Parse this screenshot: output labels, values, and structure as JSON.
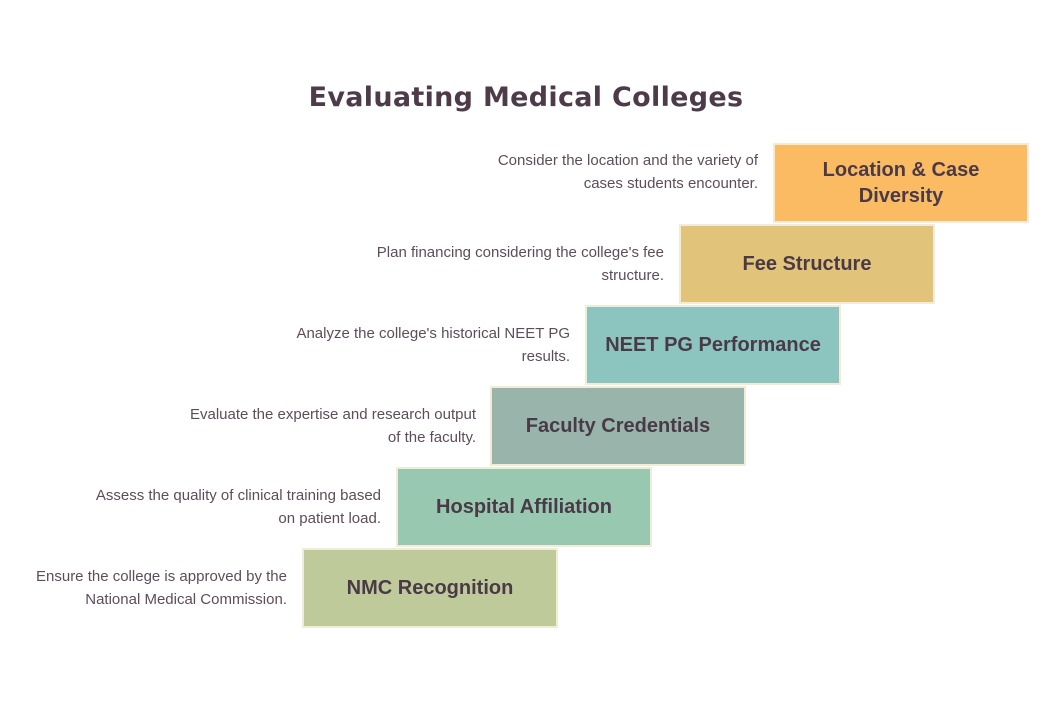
{
  "diagram": {
    "title": "Evaluating Medical Colleges",
    "steps": [
      {
        "label": "Location & Case Diversity",
        "description": "Consider the location and the variety of cases students encounter.",
        "color": "#fbbb62"
      },
      {
        "label": "Fee Structure",
        "description": "Plan financing considering the college's fee structure.",
        "color": "#e1c479"
      },
      {
        "label": "NEET PG Performance",
        "description": "Analyze the college's historical NEET PG results.",
        "color": "#8cc5bf"
      },
      {
        "label": "Faculty Credentials",
        "description": "Evaluate the expertise and research output of the faculty.",
        "color": "#99b5ab"
      },
      {
        "label": "Hospital Affiliation",
        "description": "Assess the quality of clinical training based on patient load.",
        "color": "#98c8b0"
      },
      {
        "label": "NMC Recognition",
        "description": "Ensure the college is approved by the National Medical Commission.",
        "color": "#bfca9b"
      }
    ]
  }
}
